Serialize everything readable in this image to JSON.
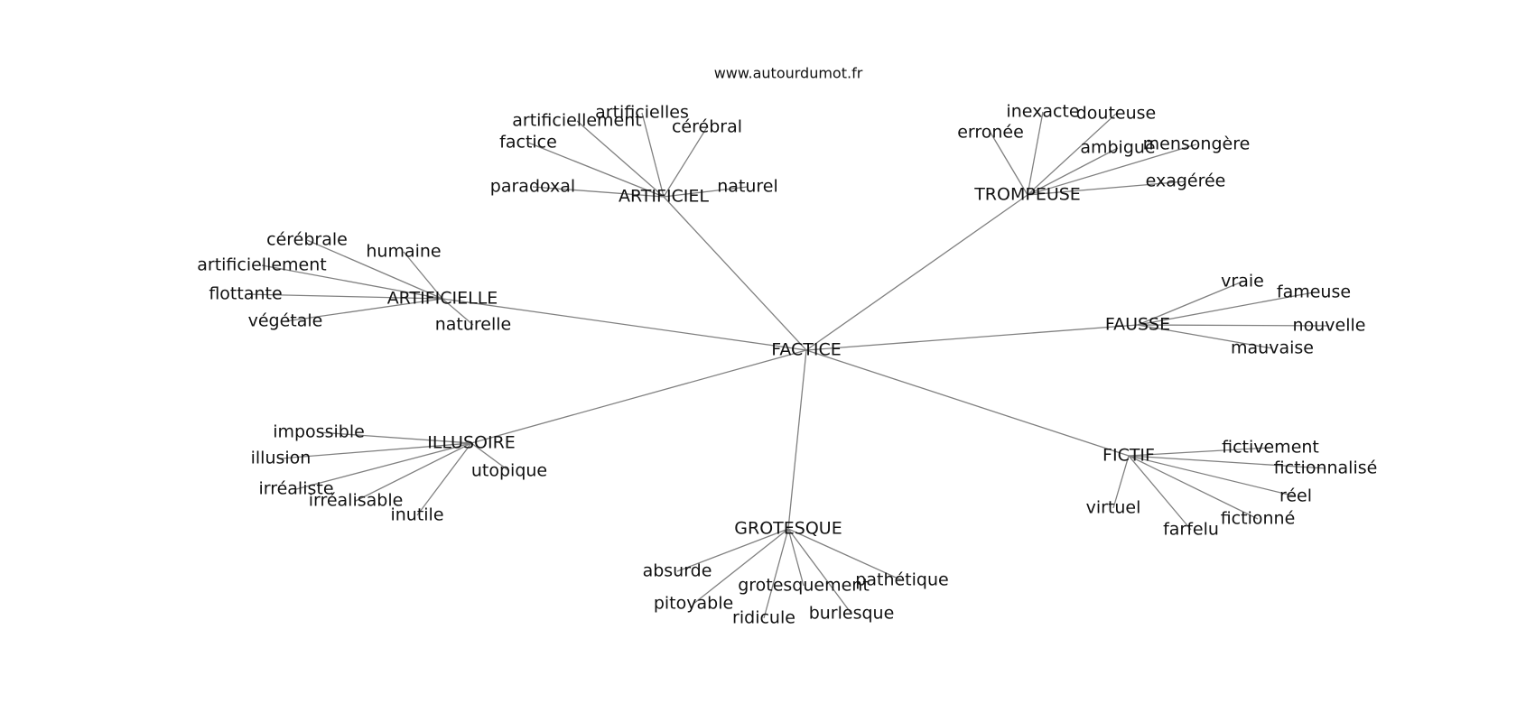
{
  "website": "www.autourdumot.fr",
  "center": "FACTICE",
  "groups": [
    {
      "label": "ARTIFICIEL",
      "words": [
        "artificielles",
        "artificiellement",
        "cérébral",
        "factice",
        "paradoxal",
        "naturel"
      ]
    },
    {
      "label": "TROMPEUSE",
      "words": [
        "inexacte",
        "douteuse",
        "erronée",
        "ambiguë",
        "mensongère",
        "exagérée"
      ]
    },
    {
      "label": "ARTIFICIELLE",
      "words": [
        "cérébrale",
        "humaine",
        "artificiellement",
        "flottante",
        "végétale",
        "naturelle"
      ]
    },
    {
      "label": "FAUSSE",
      "words": [
        "vraie",
        "fameuse",
        "nouvelle",
        "mauvaise"
      ]
    },
    {
      "label": "ILLUSOIRE",
      "words": [
        "impossible",
        "illusion",
        "irréaliste",
        "irréalisable",
        "inutile",
        "utopique"
      ]
    },
    {
      "label": "FICTIF",
      "words": [
        "fictivement",
        "fictionnalisé",
        "réel",
        "fictionné",
        "farfelu",
        "virtuel"
      ]
    },
    {
      "label": "GROTESQUE",
      "words": [
        "absurde",
        "pitoyable",
        "ridicule",
        "grotesquement",
        "burlesque",
        "pathétique"
      ]
    }
  ]
}
